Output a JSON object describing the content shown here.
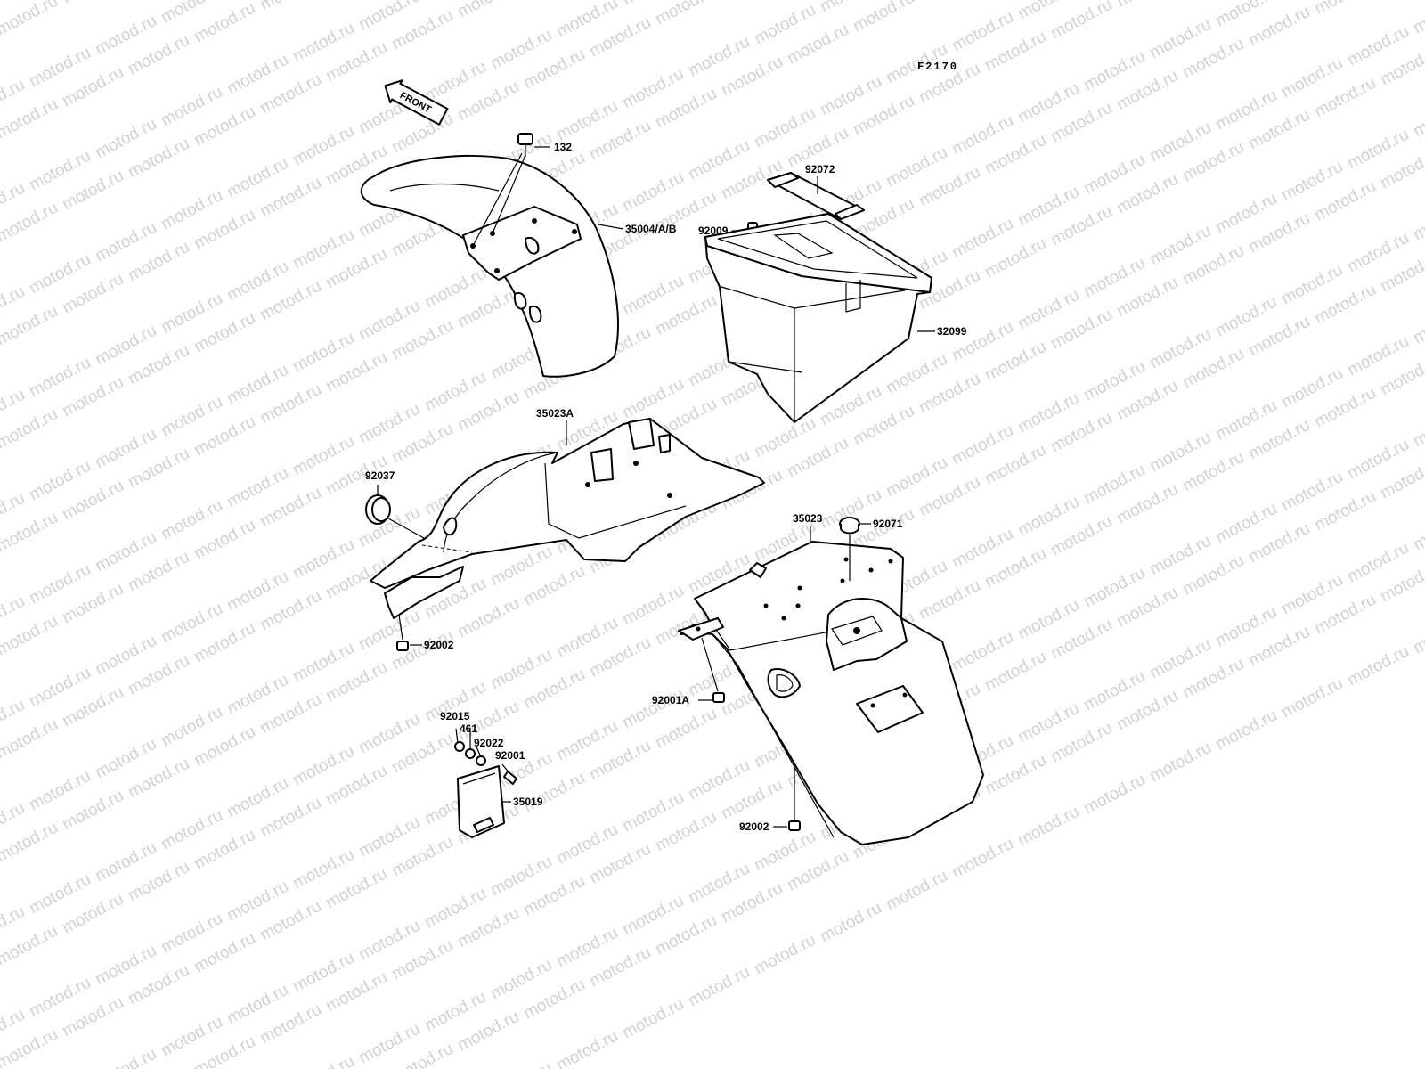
{
  "diagram": {
    "figure_code": "F2170",
    "front_label": "FRONT",
    "watermark": "motod.ru",
    "labels": {
      "p132": "132",
      "p35004": "35004/A/B",
      "p92072": "92072",
      "p92009": "92009",
      "p32099": "32099",
      "p35023A": "35023A",
      "p92037": "92037",
      "p92002a": "92002",
      "p35023": "35023",
      "p92071": "92071",
      "p92001A": "92001A",
      "p92015": "92015",
      "p461": "461",
      "p92022": "92022",
      "p92001": "92001",
      "p35019": "35019",
      "p92002b": "92002"
    }
  }
}
